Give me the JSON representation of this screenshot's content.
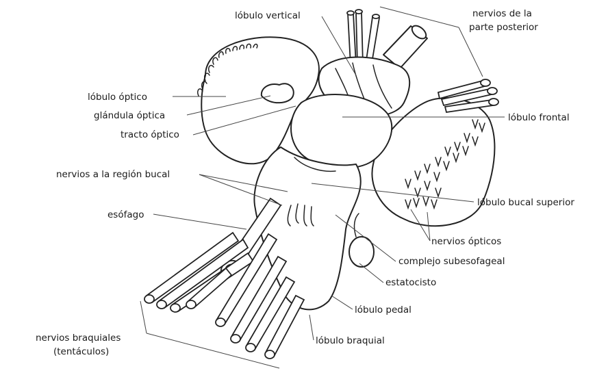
{
  "labels": {
    "lobulo_vertical": "lóbulo vertical",
    "nervios_posterior_1": "nervios de la",
    "nervios_posterior_2": "parte posterior",
    "lobulo_optico": "lóbulo óptico",
    "glandula_optica": "glándula óptica",
    "tracto_optico": "tracto óptico",
    "lobulo_frontal": "lóbulo frontal",
    "nervios_bucal": "nervios a la región bucal",
    "esofago": "esófago",
    "lobulo_bucal_superior": "lóbulo bucal superior",
    "nervios_opticos": "nervios ópticos",
    "complejo_subesofageal": "complejo subesofageal",
    "estatocisto": "estatocisto",
    "lobulo_pedal": "lóbulo pedal",
    "nervios_braquiales_1": "nervios braquiales",
    "nervios_braquiales_2": "(tentáculos)",
    "lobulo_braquial": "lóbulo braquial"
  }
}
